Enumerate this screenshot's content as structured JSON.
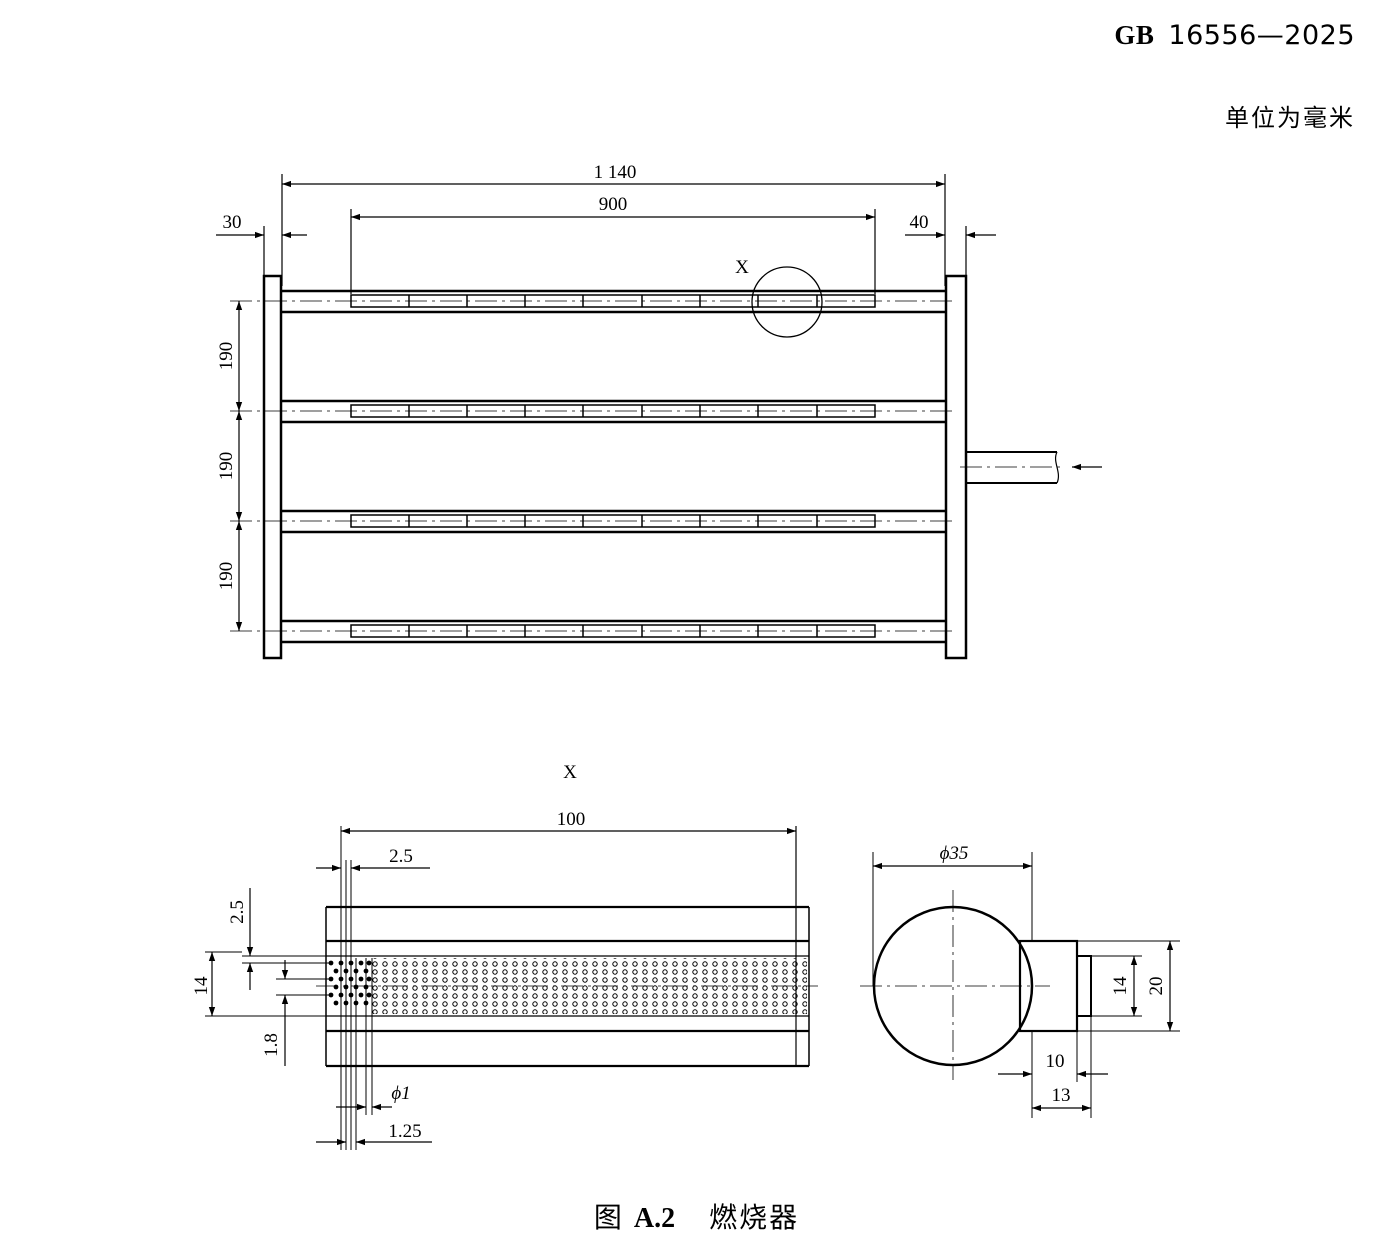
{
  "header": {
    "standard_prefix": "GB",
    "standard_number": "16556—2025"
  },
  "unit_note": "单位为毫米",
  "caption": {
    "figure": "图",
    "figure_no": "A.2",
    "title": "燃烧器"
  },
  "top_view": {
    "dim_total": "1 140",
    "dim_inner": "900",
    "dim_left": "30",
    "dim_right": "40",
    "spacing_labels": [
      "190",
      "190",
      "190"
    ],
    "detail_marker": "X"
  },
  "detail_view": {
    "title": "X",
    "dim_length": "100",
    "dim_pitch_x": "2.5",
    "dim_pitch_y": "2.5",
    "dim_band": "14",
    "dim_row": "1.8",
    "dim_hole": "ϕ1",
    "dim_offset": "1.25"
  },
  "section_view": {
    "dim_diameter": "ϕ35",
    "dim_inner": "14",
    "dim_outer": "20",
    "dim_len_a": "10",
    "dim_len_b": "13"
  }
}
